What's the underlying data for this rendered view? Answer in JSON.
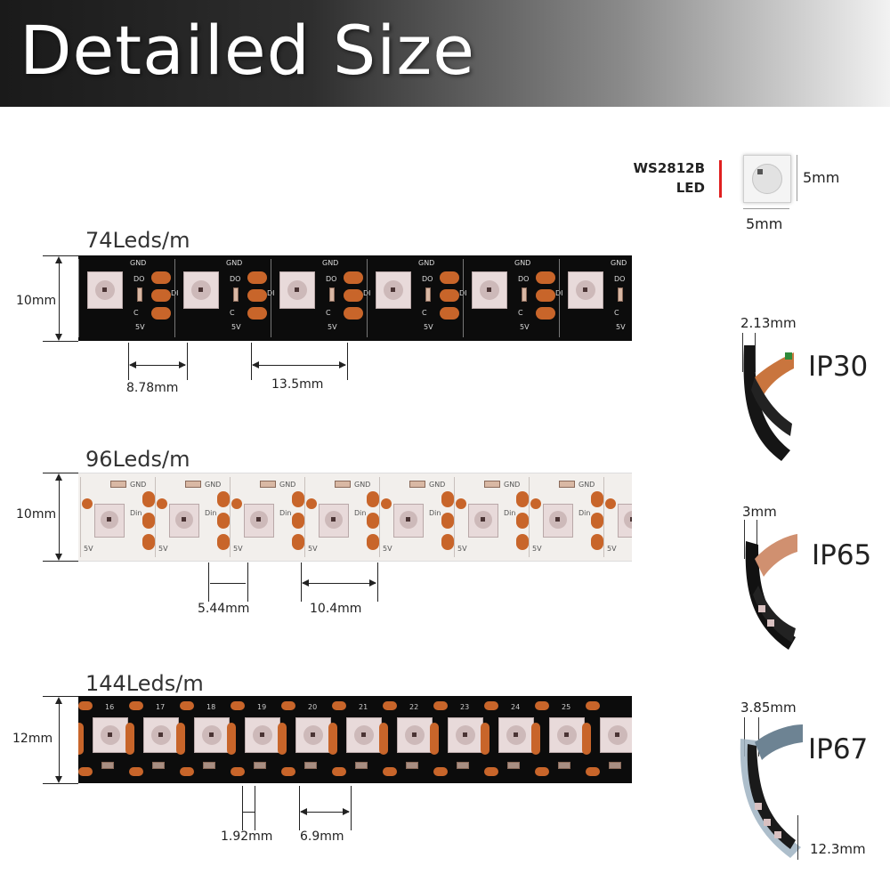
{
  "banner": {
    "title": "Detailed Size"
  },
  "chip": {
    "name": "WS2812B",
    "type": "LED",
    "height": "5mm",
    "width": "5mm",
    "marker_color": "#e02020"
  },
  "strips": [
    {
      "density": "74Leds/m",
      "height": "10mm",
      "gap": "8.78mm",
      "pitch": "13.5mm",
      "labels": {
        "gnd": "GND",
        "do": "DO",
        "din": "DI",
        "c": "C",
        "v": "5V"
      }
    },
    {
      "density": "96Leds/m",
      "height": "10mm",
      "gap": "5.44mm",
      "pitch": "10.4mm",
      "labels": {
        "gnd": "GND",
        "din": "Din",
        "v": "5V"
      }
    },
    {
      "density": "144Leds/m",
      "height": "12mm",
      "gap": "1.92mm",
      "pitch": "6.9mm",
      "numbers": [
        "16",
        "17",
        "18",
        "19",
        "20",
        "21",
        "22",
        "23",
        "24",
        "25"
      ]
    }
  ],
  "ratings": [
    {
      "code": "IP30",
      "thickness": "2.13mm"
    },
    {
      "code": "IP65",
      "thickness": "3mm"
    },
    {
      "code": "IP67",
      "thickness": "3.85mm",
      "width": "12.3mm"
    }
  ],
  "colors": {
    "pcb_black": "#0c0c0c",
    "pcb_white": "#f2efec",
    "pad_copper": "#c8652a",
    "led_body": "#e8dada"
  }
}
